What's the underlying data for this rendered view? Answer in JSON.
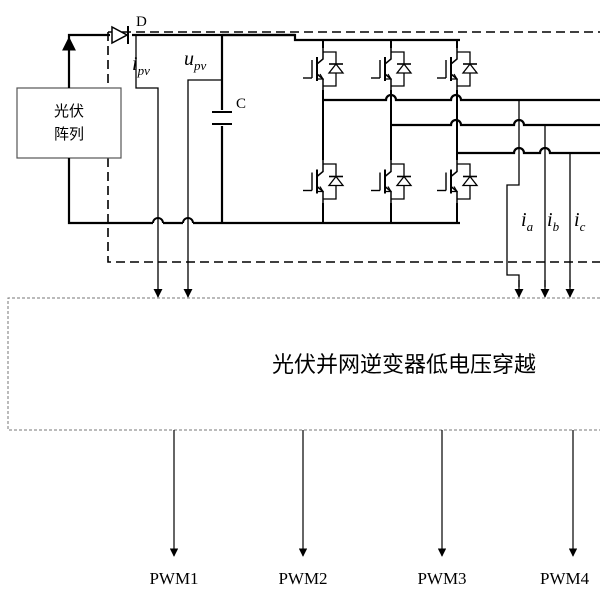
{
  "pv_array": {
    "line1": "光伏",
    "line2": "阵列"
  },
  "diode": {
    "label": "D"
  },
  "capacitor": {
    "label": "C"
  },
  "measurements": {
    "i_pv": {
      "sym": "i",
      "sub": "pv"
    },
    "u_pv": {
      "sym": "u",
      "sub": "pv"
    },
    "i_a": {
      "sym": "i",
      "sub": "a"
    },
    "i_b": {
      "sym": "i",
      "sub": "b"
    },
    "i_c": {
      "sym": "i",
      "sub": "c"
    }
  },
  "controller": {
    "label": "光伏并网逆变器低电压穿越"
  },
  "pwm_outputs": [
    "PWM1",
    "PWM2",
    "PWM3",
    "PWM4"
  ],
  "colors": {
    "line": "#000000",
    "dash": "#000000",
    "background": "#ffffff"
  }
}
